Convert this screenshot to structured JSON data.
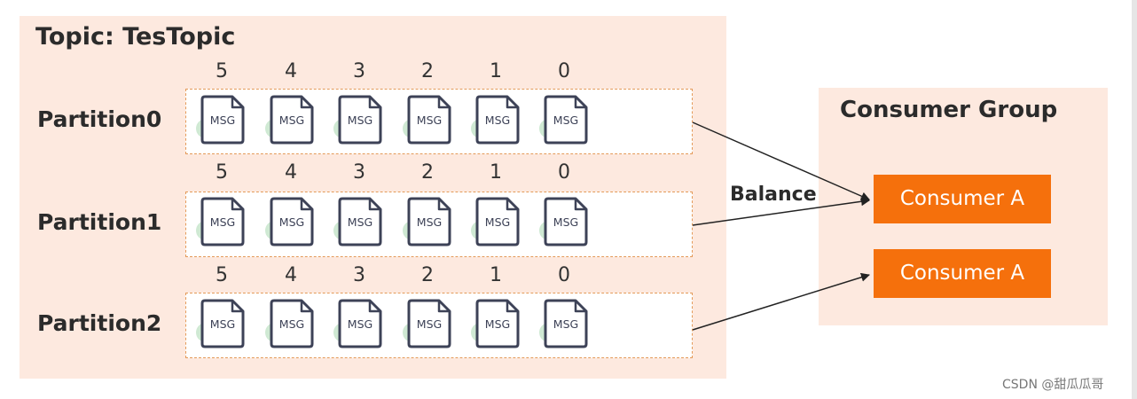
{
  "topic": {
    "title": "Topic: TesTopic"
  },
  "offsets": [
    "5",
    "4",
    "3",
    "2",
    "1",
    "0"
  ],
  "partitions": [
    {
      "label": "Partition0"
    },
    {
      "label": "Partition1"
    },
    {
      "label": "Partition2"
    }
  ],
  "message_label": "MSG",
  "consumer_group": {
    "title": "Consumer Group",
    "consumers": [
      {
        "label": "Consumer A"
      },
      {
        "label": "Consumer A"
      }
    ]
  },
  "balance_label": "Balance",
  "watermark": "CSDN @甜瓜瓜哥",
  "colors": {
    "panel_bg": "#fde9df",
    "consumer_fill": "#f5700c",
    "dashed_border": "#e49a59",
    "msg_stroke": "#3d4257",
    "msg_shadow": "#cfe9d3"
  }
}
